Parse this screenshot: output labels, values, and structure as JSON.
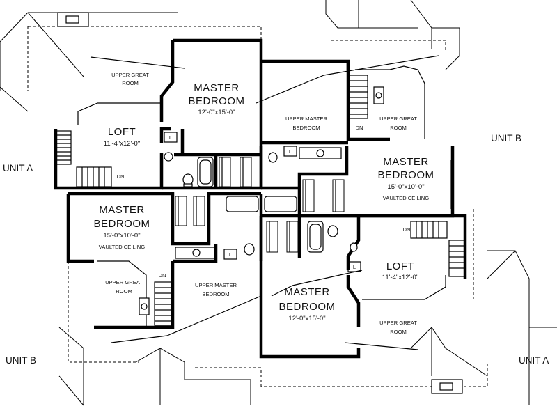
{
  "units": {
    "unit_a_left": "UNIT A",
    "unit_b_right": "UNIT B",
    "unit_b_left": "UNIT B",
    "unit_a_right": "UNIT A"
  },
  "rooms": {
    "upper_great_room_1": "UPPER GREAT",
    "upper_great_room_1b": "ROOM",
    "master_bedroom_1_line1": "MASTER",
    "master_bedroom_1_line2": "BEDROOM",
    "master_bedroom_1_dim": "12'-0\"x15'-0\"",
    "loft_1": "LOFT",
    "loft_1_dim": "11'-4\"x12'-0\"",
    "dn_1": "DN",
    "upper_master_1_line1": "UPPER MASTER",
    "upper_master_1_line2": "BEDROOM",
    "dn_2": "DN",
    "upper_great_room_2": "UPPER GREAT",
    "upper_great_room_2b": "ROOM",
    "master_bedroom_2_line1": "MASTER",
    "master_bedroom_2_line2": "BEDROOM",
    "master_bedroom_2_dim": "15'-0\"x10'-0\"",
    "master_bedroom_2_note": "VAULTED CEILING",
    "master_bedroom_3_line1": "MASTER",
    "master_bedroom_3_line2": "BEDROOM",
    "master_bedroom_3_dim": "15'-0\"x10'-0\"",
    "master_bedroom_3_note": "VAULTED CEILING",
    "upper_great_room_3": "UPPER GREAT",
    "upper_great_room_3b": "ROOM",
    "dn_3": "DN",
    "upper_master_2_line1": "UPPER MASTER",
    "upper_master_2_line2": "BEDROOM",
    "master_bedroom_4_line1": "MASTER",
    "master_bedroom_4_line2": "BEDROOM",
    "master_bedroom_4_dim": "12'-0\"x15'-0\"",
    "loft_2": "LOFT",
    "loft_2_dim": "11'-4\"x12'-0\"",
    "dn_4": "DN",
    "upper_great_room_4": "UPPER GREAT",
    "upper_great_room_4b": "ROOM"
  },
  "fixture_marks": {
    "linen": "L"
  },
  "colors": {
    "ink": "#000000",
    "paper": "#ffffff"
  }
}
